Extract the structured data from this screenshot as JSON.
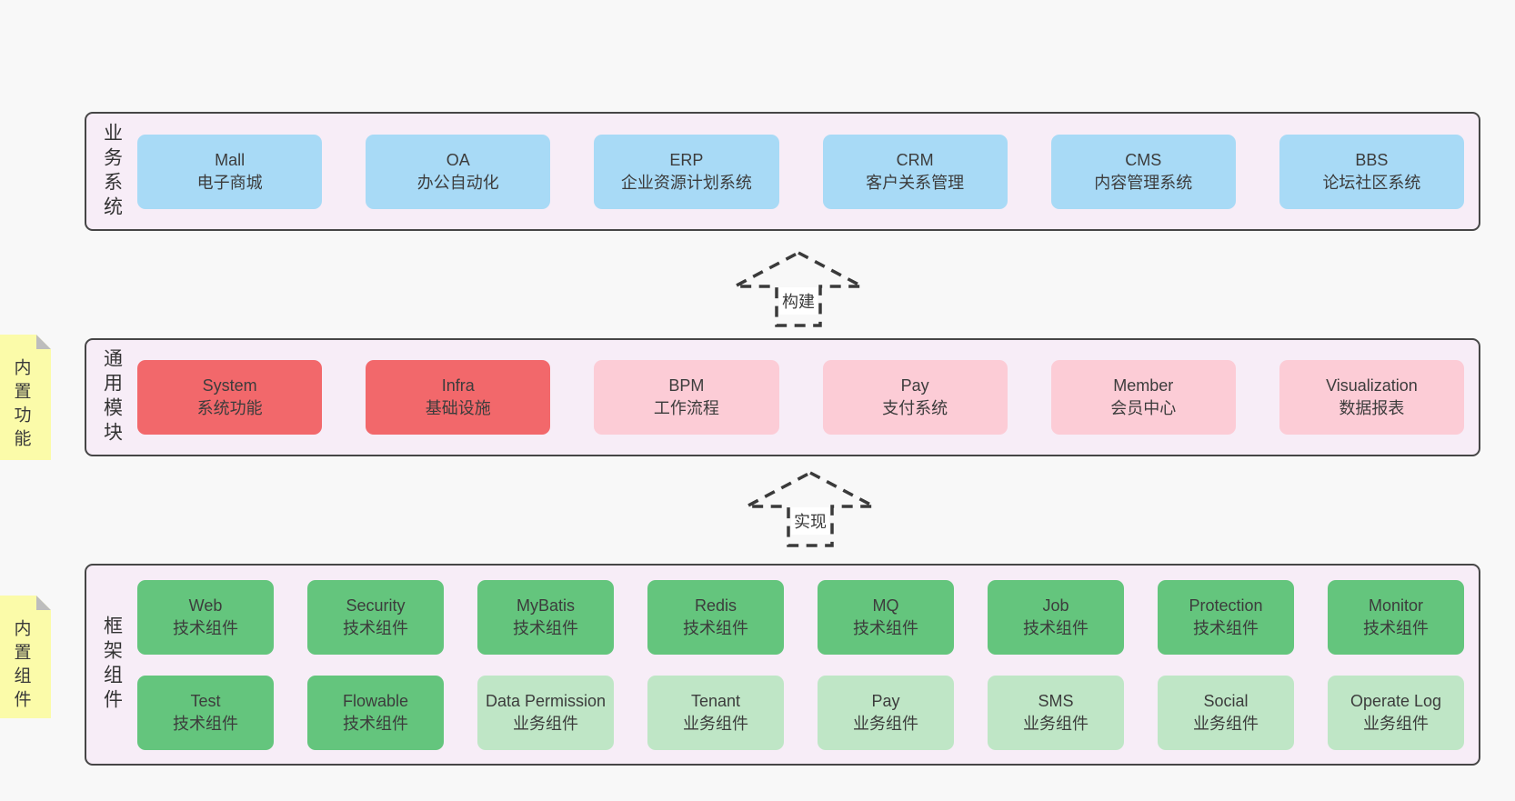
{
  "colors": {
    "page_bg": "#f8f8f8",
    "panel_bg": "#f7edf7",
    "panel_border": "#464646",
    "note_yellow": "#fbfba9",
    "box_blue": "#a8daf6",
    "box_red": "#f2686b",
    "box_pink": "#fcccd6",
    "box_green": "#64c57d",
    "box_lightgreen": "#bfe6c6"
  },
  "arrows": [
    {
      "label": "构建"
    },
    {
      "label": "实现"
    }
  ],
  "panels": [
    {
      "id": "business-systems",
      "label": "业务系统",
      "items": [
        {
          "name": "Mall",
          "desc": "电子商城"
        },
        {
          "name": "OA",
          "desc": "办公自动化"
        },
        {
          "name": "ERP",
          "desc": "企业资源计划系统"
        },
        {
          "name": "CRM",
          "desc": "客户关系管理"
        },
        {
          "name": "CMS",
          "desc": "内容管理系统"
        },
        {
          "name": "BBS",
          "desc": "论坛社区系统"
        }
      ]
    },
    {
      "id": "common-modules",
      "label": "通用模块",
      "note": "内置功能",
      "items": [
        {
          "name": "System",
          "desc": "系统功能"
        },
        {
          "name": "Infra",
          "desc": "基础设施"
        },
        {
          "name": "BPM",
          "desc": "工作流程"
        },
        {
          "name": "Pay",
          "desc": "支付系统"
        },
        {
          "name": "Member",
          "desc": "会员中心"
        },
        {
          "name": "Visualization",
          "desc": "数据报表"
        }
      ]
    },
    {
      "id": "framework-components",
      "label": "框架组件",
      "note": "内置组件",
      "rows": [
        [
          {
            "name": "Web",
            "desc": "技术组件"
          },
          {
            "name": "Security",
            "desc": "技术组件"
          },
          {
            "name": "MyBatis",
            "desc": "技术组件"
          },
          {
            "name": "Redis",
            "desc": "技术组件"
          },
          {
            "name": "MQ",
            "desc": "技术组件"
          },
          {
            "name": "Job",
            "desc": "技术组件"
          },
          {
            "name": "Protection",
            "desc": "技术组件"
          },
          {
            "name": "Monitor",
            "desc": "技术组件"
          }
        ],
        [
          {
            "name": "Test",
            "desc": "技术组件"
          },
          {
            "name": "Flowable",
            "desc": "技术组件"
          },
          {
            "name": "Data Permission",
            "desc": "业务组件"
          },
          {
            "name": "Tenant",
            "desc": "业务组件"
          },
          {
            "name": "Pay",
            "desc": "业务组件"
          },
          {
            "name": "SMS",
            "desc": "业务组件"
          },
          {
            "name": "Social",
            "desc": "业务组件"
          },
          {
            "name": "Operate Log",
            "desc": "业务组件"
          }
        ]
      ]
    }
  ]
}
